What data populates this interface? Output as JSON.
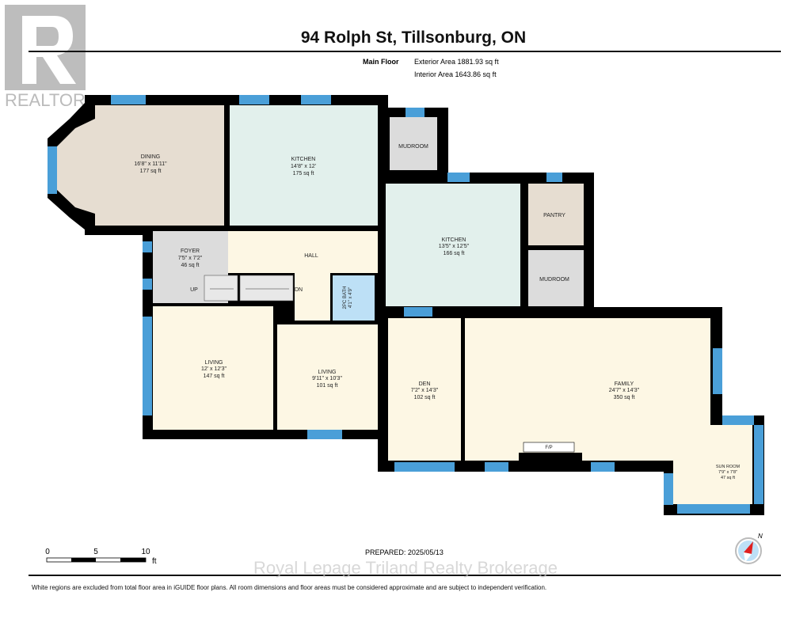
{
  "header": {
    "title": "94 Rolph St, Tillsonburg, ON",
    "floor_name": "Main Floor",
    "exterior_area": "Exterior Area 1881.93 sq ft",
    "interior_area": "Interior Area 1643.86 sq ft"
  },
  "logo": {
    "text": "REALTOR"
  },
  "rooms": {
    "dining": {
      "name": "DINING",
      "dims": "16'8\" x 11'11\"",
      "area": "177 sq ft"
    },
    "kitchen1": {
      "name": "KITCHEN",
      "dims": "14'8\" x 12'",
      "area": "175 sq ft"
    },
    "mudroom1": {
      "name": "MUDROOM"
    },
    "foyer": {
      "name": "FOYER",
      "dims": "7'5\" x 7'2\"",
      "area": "46 sq ft"
    },
    "hall": {
      "name": "HALL"
    },
    "stairs": {
      "up": "UP",
      "down": "DN"
    },
    "bath": {
      "name": "2PC BATH",
      "dims": "4'1\" x 4'9\""
    },
    "living1": {
      "name": "LIVING",
      "dims": "12' x 12'3\"",
      "area": "147 sq ft"
    },
    "living2": {
      "name": "LIVING",
      "dims": "9'11\" x 10'3\"",
      "area": "101 sq ft"
    },
    "kitchen2": {
      "name": "KITCHEN",
      "dims": "13'5\" x 12'5\"",
      "area": "166 sq ft"
    },
    "pantry": {
      "name": "PANTRY"
    },
    "mudroom2": {
      "name": "MUDROOM"
    },
    "den": {
      "name": "DEN",
      "dims": "7'2\" x 14'3\"",
      "area": "102 sq ft"
    },
    "family": {
      "name": "FAMILY",
      "dims": "24'7\" x 14'3\"",
      "area": "350 sq ft"
    },
    "fireplace": {
      "name": "F/P"
    },
    "sunroom": {
      "name": "SUN ROOM",
      "dims": "7'9\" x 7'8\"",
      "area": "47 sq ft"
    }
  },
  "scale": {
    "labels": [
      "0",
      "5",
      "10"
    ],
    "unit": "ft"
  },
  "compass": {
    "label": "N"
  },
  "footer": {
    "prepared": "PREPARED: 2025/05/13",
    "watermark": "Royal Lepage Triland Realty Brokerage",
    "disclaimer": "White regions are excluded from total floor area in iGUIDE floor plans. All room dimensions and floor areas must be considered approximate and are subject to independent verification."
  },
  "colors": {
    "wall": "#000000",
    "window": "#4a9fd8",
    "dining": "#e6ddd1",
    "kitchen": "#e2f0ec",
    "hall": "#fdf7e4",
    "foyer": "#dcdcdc",
    "bath": "#bde0f6"
  }
}
